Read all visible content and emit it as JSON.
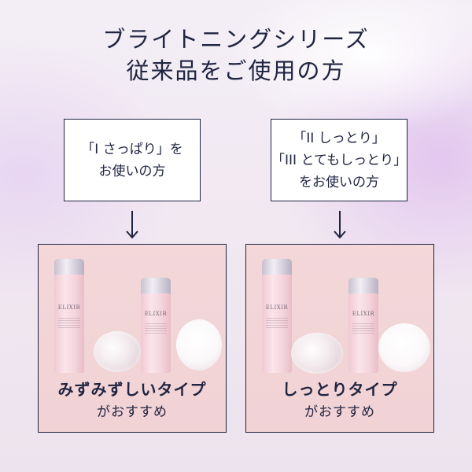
{
  "header": {
    "title_line1": "ブライトニングシリーズ",
    "title_line2": "従来品をご使用の方"
  },
  "left": {
    "box_lines": [
      "「I さっぱり」を",
      "お使いの方"
    ],
    "brand": "ELIXIR",
    "type_title": "みずみずしいタイプ",
    "type_sub": "がおすすめ"
  },
  "right": {
    "box_lines": [
      "「II しっとり」",
      "「III とてもしっとり」",
      "をお使いの方"
    ],
    "brand": "ELIXIR",
    "type_title": "しっとりタイプ",
    "type_sub": "がおすすめ"
  },
  "colors": {
    "navy": "#1f2440",
    "panel_pink": "#f3d7d9"
  }
}
